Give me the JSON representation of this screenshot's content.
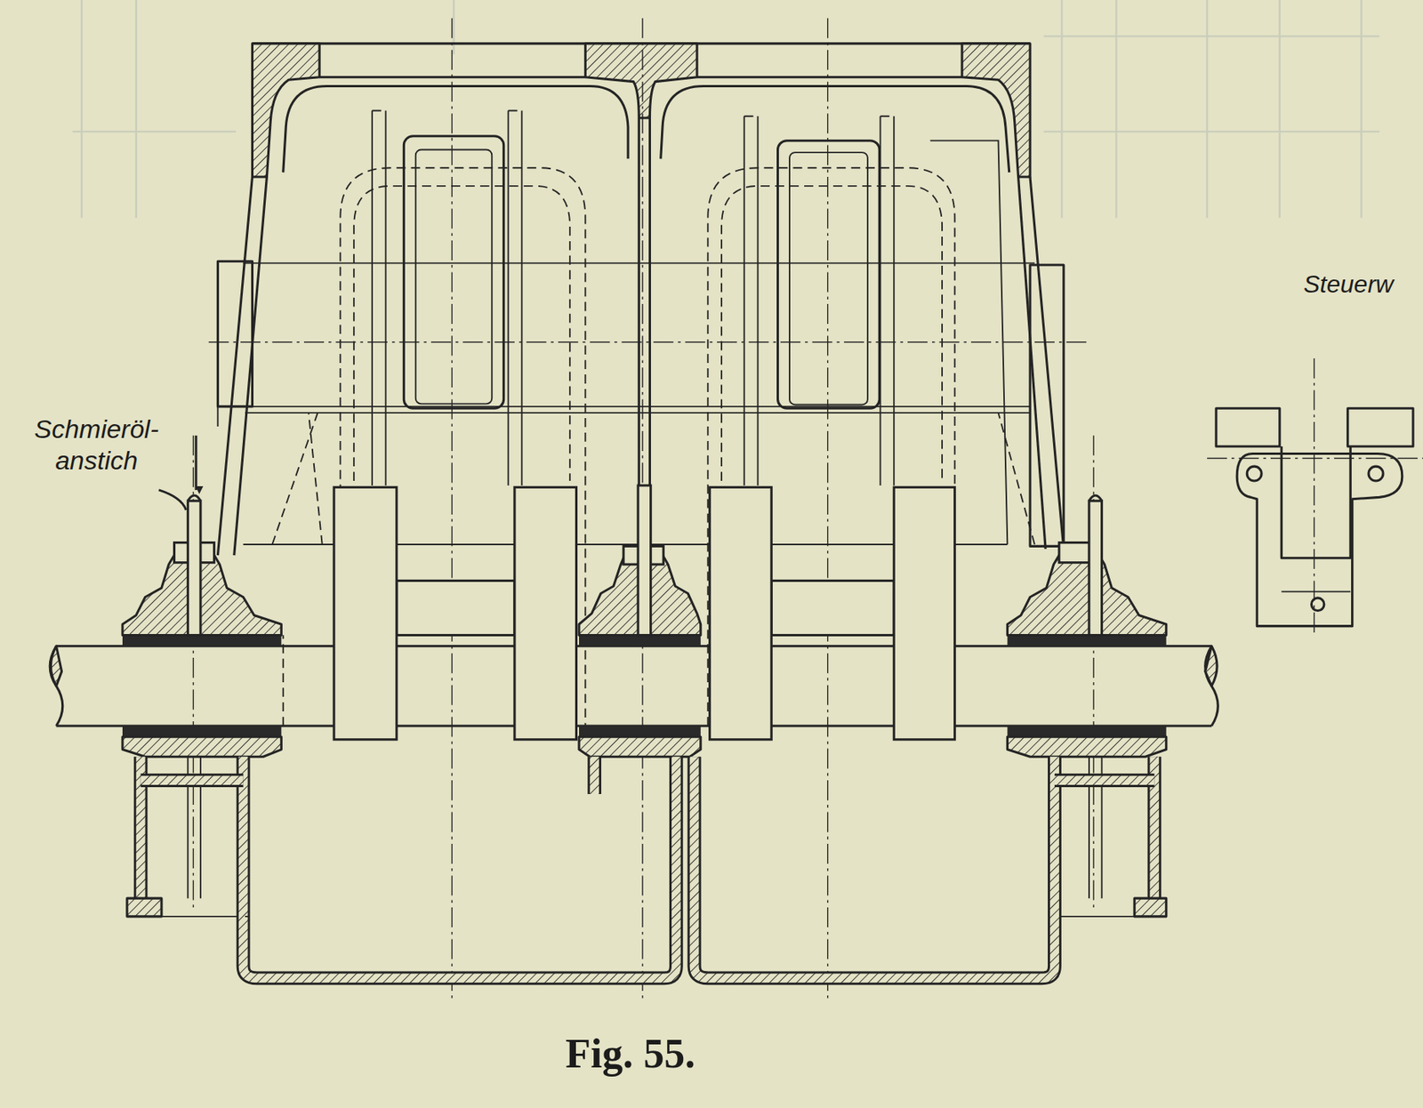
{
  "diagram": {
    "caption": "Fig. 55.",
    "labels": [
      "Schmieröl- anstich",
      "Steuerw"
    ]
  }
}
